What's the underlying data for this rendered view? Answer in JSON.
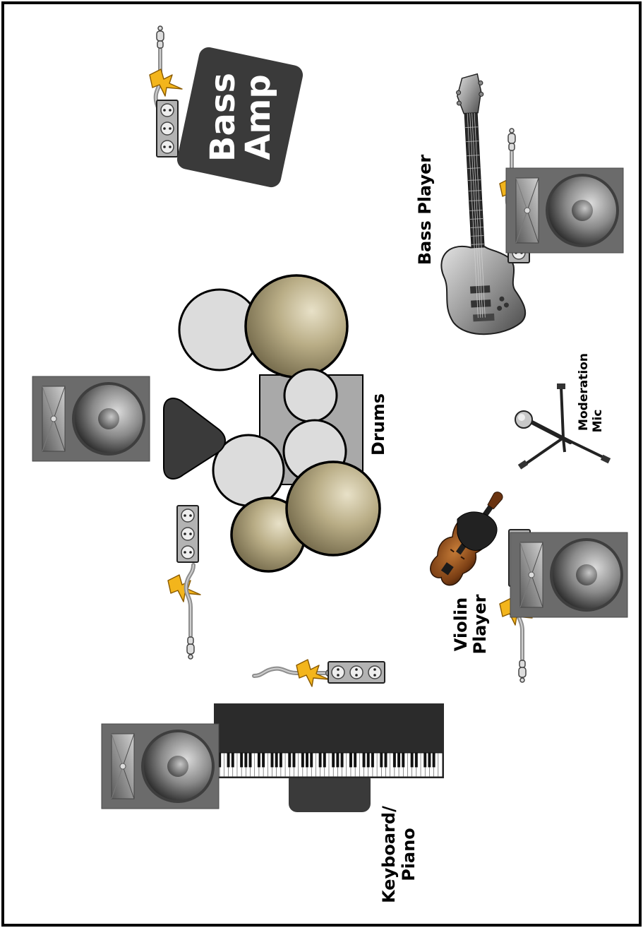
{
  "labels": {
    "bass_amp": [
      "Bass",
      "Amp"
    ],
    "bass_player": "Bass Player",
    "drums": "Drums",
    "moderation_mic": [
      "Moderation",
      "Mic"
    ],
    "violin_player": [
      "Violin",
      "Player"
    ],
    "keyboard_piano": [
      "Keyboard/",
      "Piano"
    ]
  },
  "colors": {
    "border": "#000000",
    "bass_amp_box": "#3a3a3a",
    "cymbal": "#b9ad86",
    "drum_head": "#dcdcdc",
    "drum_riser": "#a9a9a9",
    "monitor_body": "#6b6b6b",
    "lightning": "#f3b51c",
    "piano_body": "#2b2b2b"
  },
  "icons": [
    "power-strip-icon",
    "lightning-bolt-icon",
    "monitor-speaker-icon",
    "bass-guitar-icon",
    "violin-icon",
    "microphone-stand-icon",
    "piano-icon",
    "drum-icon",
    "cymbal-icon"
  ]
}
